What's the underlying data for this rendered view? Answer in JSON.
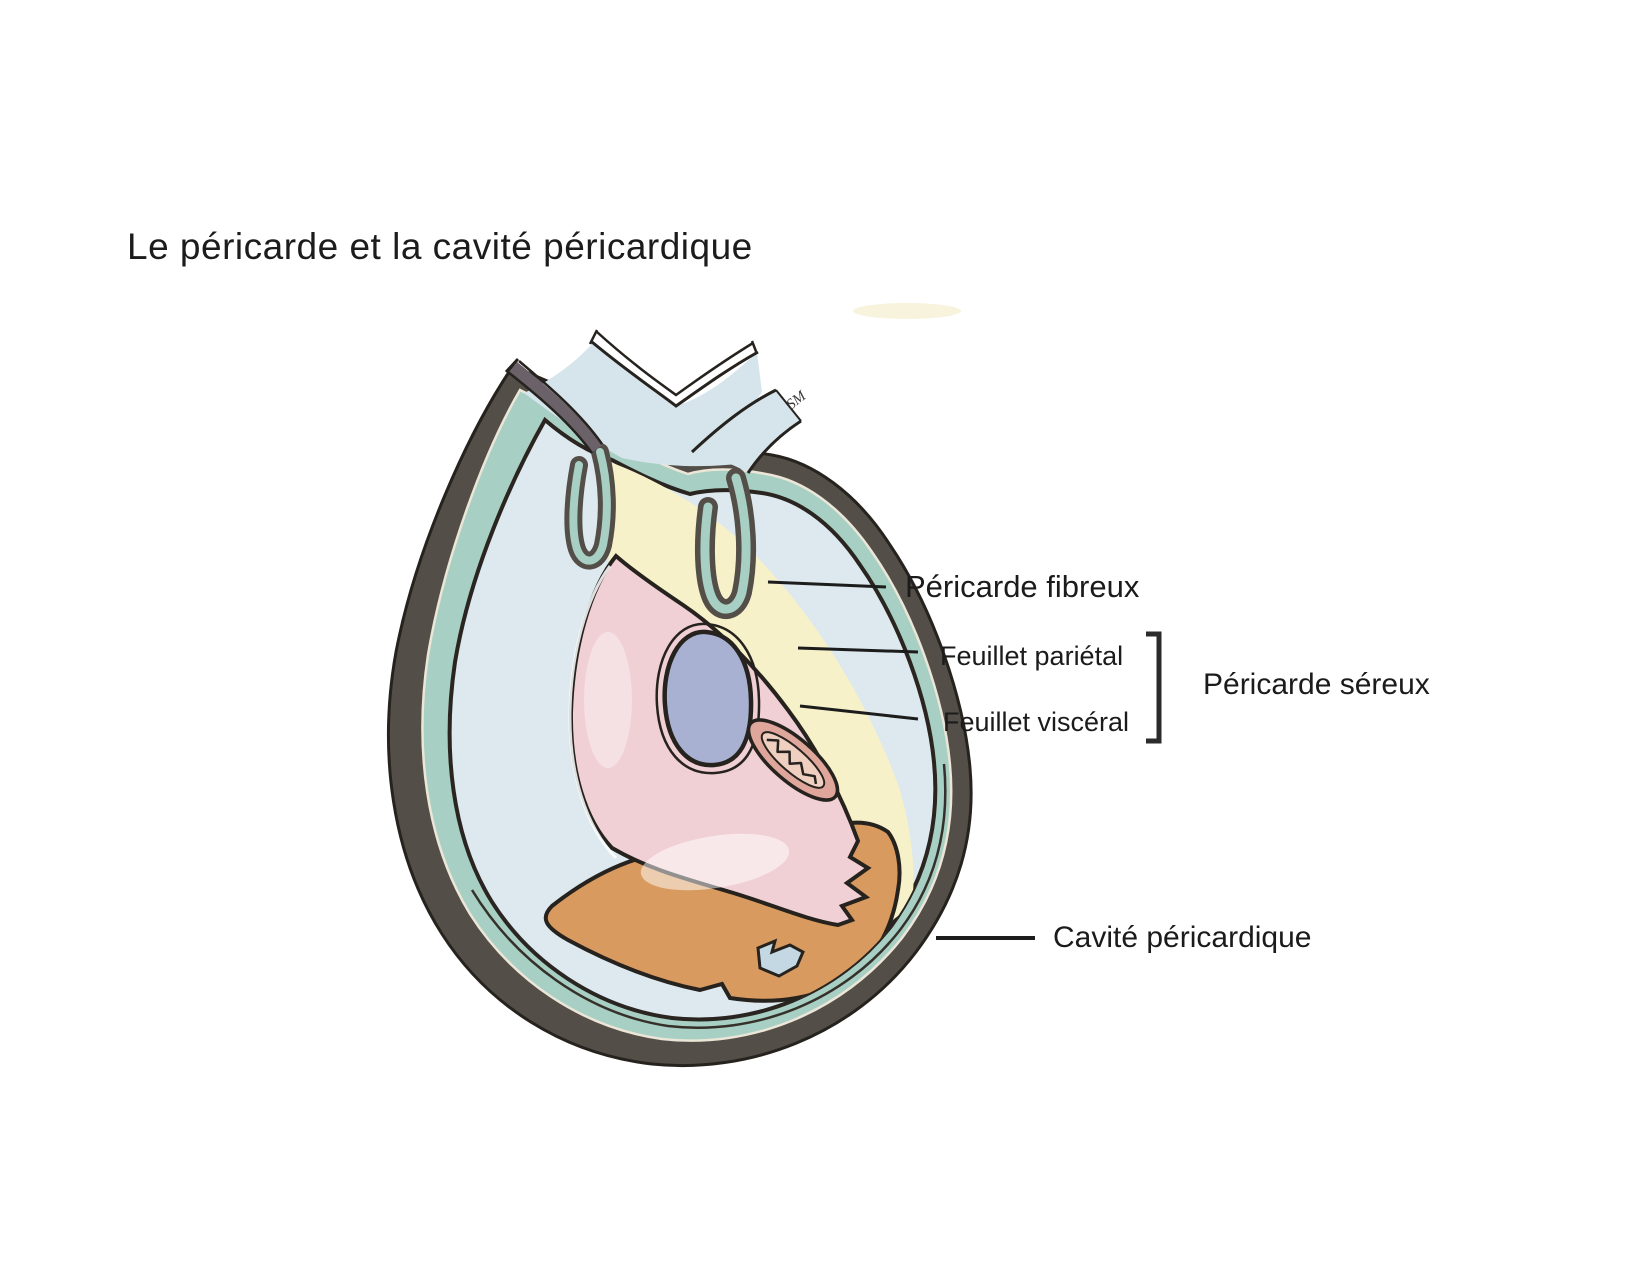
{
  "page": {
    "background": "#ffffff"
  },
  "header": {
    "title": "Le péricarde et la cavité péricardique"
  },
  "figure": {
    "signature": "SM",
    "labels": {
      "fibreux": "Péricarde fibreux",
      "parietal": "Feuillet pariétal",
      "visceral": "Feuillet viscéral",
      "sereux": "Péricarde séreux",
      "cavite": "Cavité péricardique"
    },
    "colors": {
      "fibrous_band": "#544e48",
      "serous_cavity": "#a8cfc3",
      "interior_blue": "#dde9ef",
      "vessel_blue": "#d6e5ec",
      "fat_yellow": "#f6f1c8",
      "heart_pink": "#f0d0d4",
      "myocardium_orange": "#d89a5f",
      "vessel_periwinkle": "#a8b1d2",
      "vessel_salmon": "#dfa69c",
      "outline": "#26221e"
    }
  }
}
